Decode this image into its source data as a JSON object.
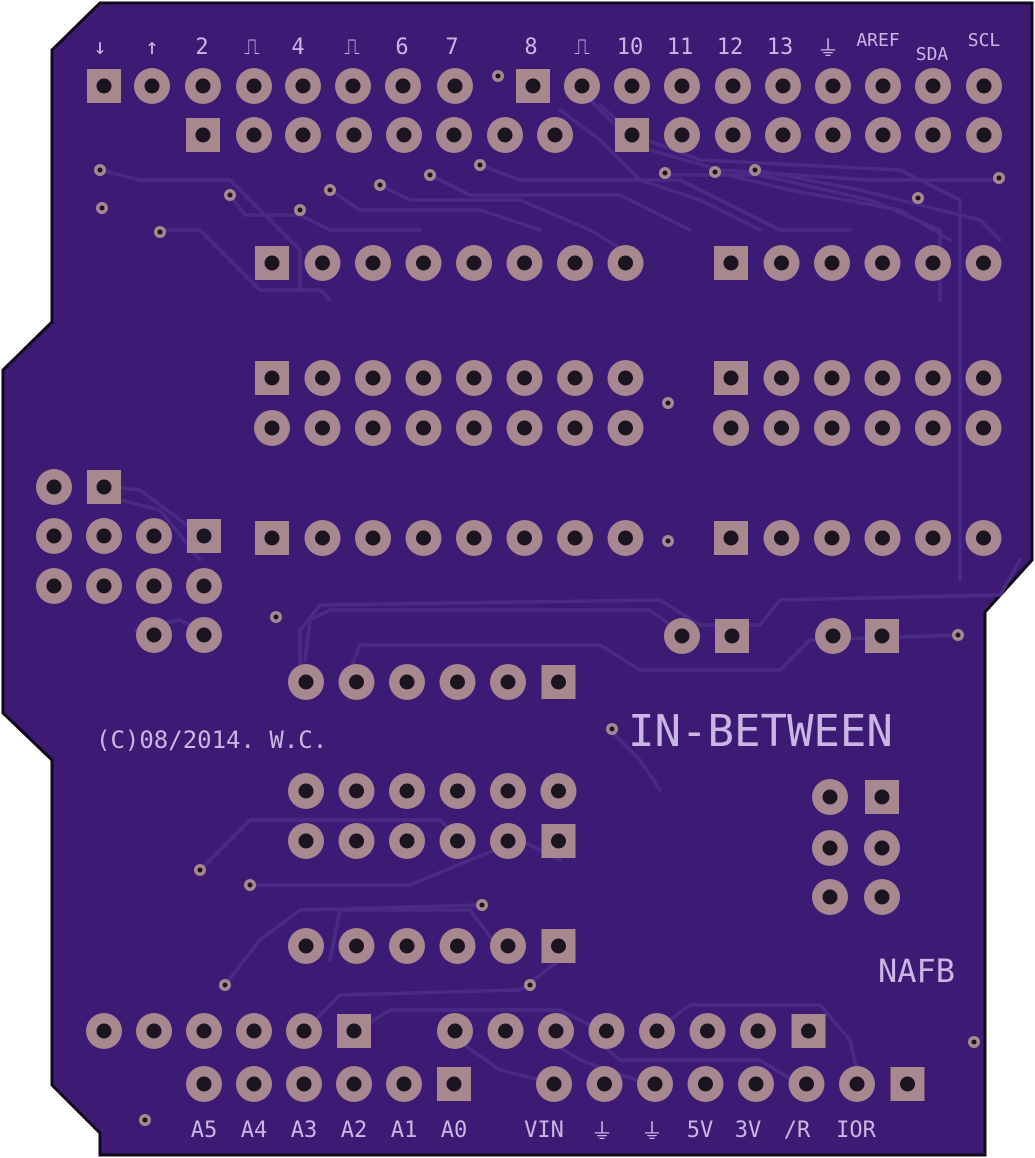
{
  "colors": {
    "board": "#3d1a73",
    "board_edge": "#0f0a18",
    "pad": "#a8888f",
    "hole": "#1c1420",
    "silk": "#c9b6e4",
    "trace": "#4a2a86"
  },
  "labels": {
    "top": [
      "↓",
      "↑",
      "2",
      "⎍",
      "4",
      "⎍",
      "6",
      "7",
      "8",
      "⎍",
      "10",
      "11",
      "12",
      "13",
      "⏚",
      "AREF",
      "SDA",
      "SCL"
    ],
    "bottom_analog": [
      "A5",
      "A4",
      "A3",
      "A2",
      "A1",
      "A0"
    ],
    "bottom_power": [
      "VIN",
      "⏚",
      "⏚",
      "5V",
      "3V",
      "/R",
      "IOR"
    ],
    "copyright": "(C)08/2014. W.C.",
    "title": "IN-BETWEEN",
    "code": "NAFB"
  }
}
